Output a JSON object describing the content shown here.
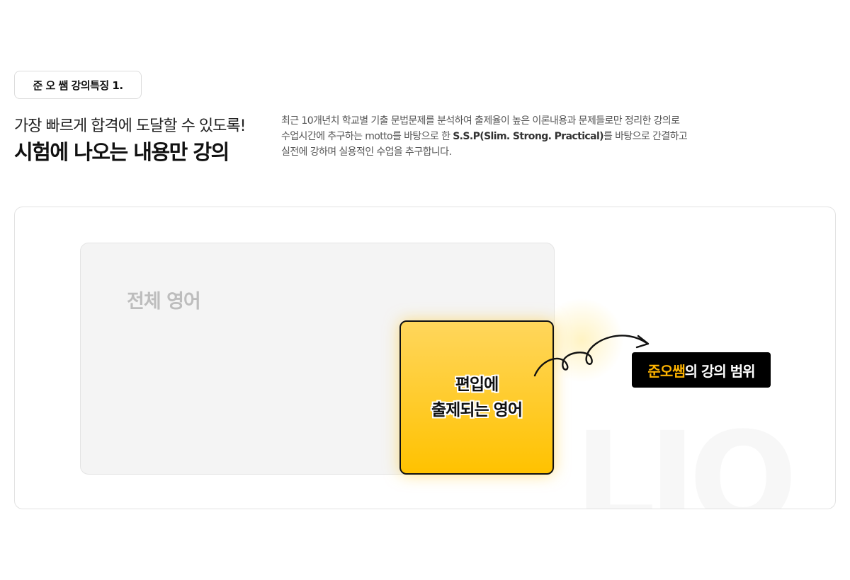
{
  "badge": "준 오 쌤 강의특징 1.",
  "subtitle": "가장 빠르게 합격에 도달할 수 있도록!",
  "title": "시험에 나오는 내용만 강의",
  "description": {
    "line1": "최근 10개년치 학교별 기출 문법문제를 분석하여 출제율이 높은 이론내용과 문제들로만 정리한 강의로",
    "line2_pre": "수업시간에 추구하는 motto를 바탕으로 한 ",
    "line2_bold": "S.S.P(Slim. Strong. Practical)",
    "line2_post": "를 바탕으로 간결하고",
    "line3": "실전에 강하며 실용적인 수업을 추구합니다."
  },
  "diagram": {
    "whole_label": "전체 영어",
    "focus_line1": "편입에",
    "focus_line2": "출제되는 영어",
    "range_highlight": "준오쌤",
    "range_rest": "의 강의 범위",
    "bg_logo": "LJO"
  },
  "colors": {
    "accent_yellow": "#ffc200",
    "highlight_orange": "#ffb400",
    "label_bg": "#000000"
  },
  "icons": {
    "arrow": "curly-arrow-icon"
  }
}
